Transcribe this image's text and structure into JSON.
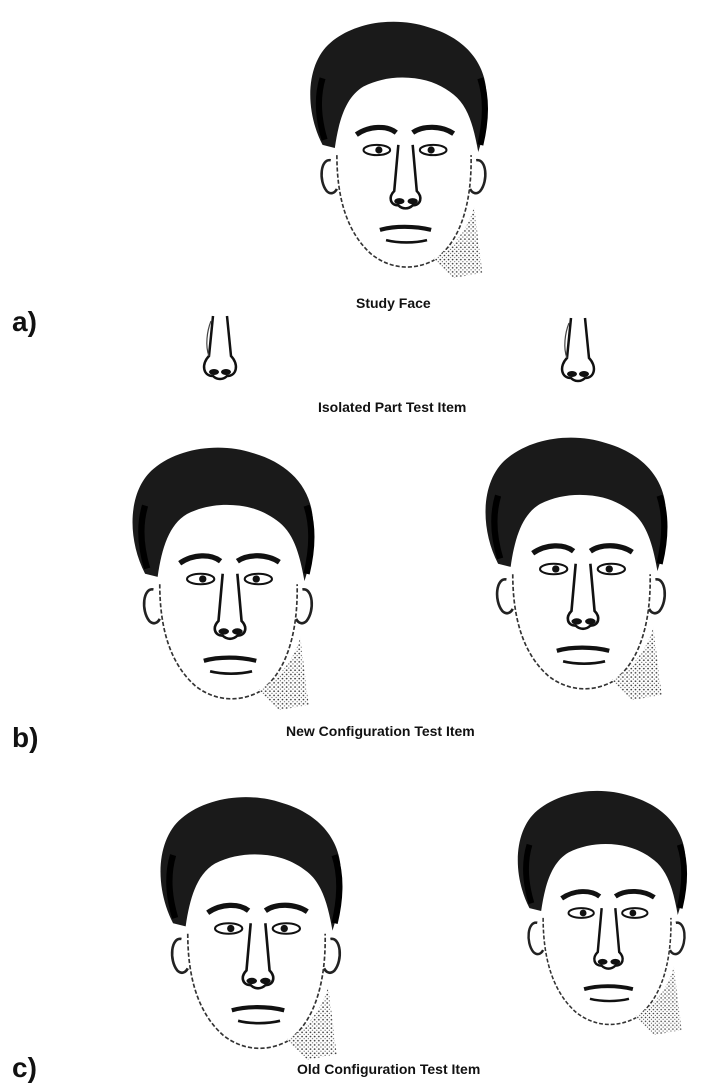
{
  "panels": {
    "a": {
      "label": "a)",
      "captions": [
        "Study Face",
        "Isolated Part Test Item"
      ]
    },
    "b": {
      "label": "b)",
      "caption": "New Configuration Test Item"
    },
    "c": {
      "label": "c)",
      "caption": "Old Configuration Test Item"
    }
  },
  "drawing": {
    "ink": "#111111",
    "shade": "#555555"
  }
}
